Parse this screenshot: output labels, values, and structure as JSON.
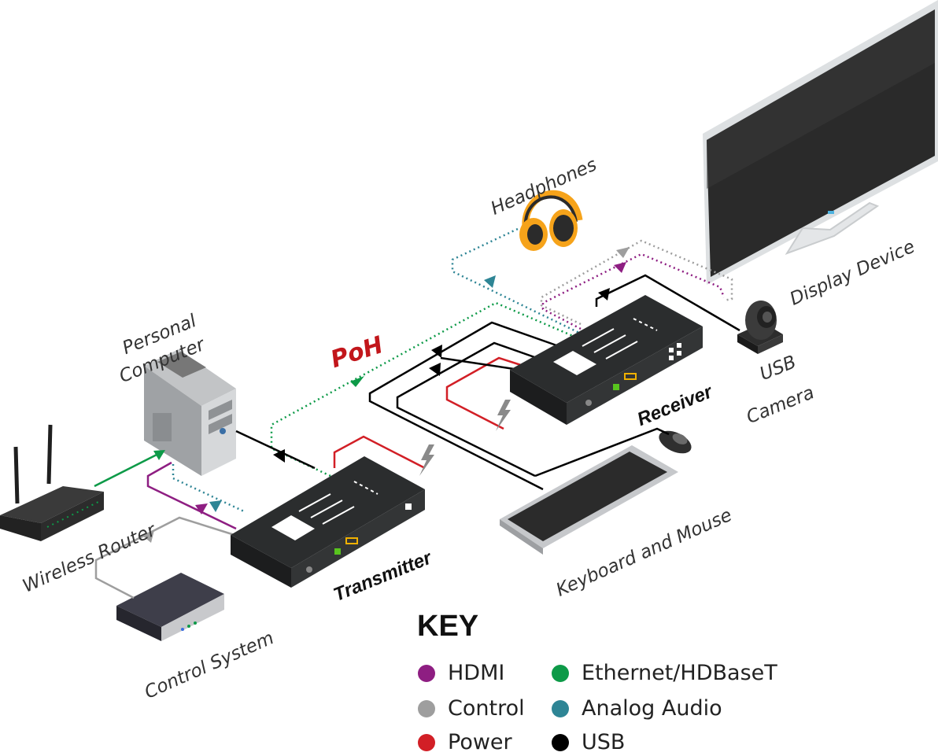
{
  "labels": {
    "headphones": "Headphones",
    "personal_computer_line1": "Personal",
    "personal_computer_line2": "Computer",
    "wireless_router": "Wireless Router",
    "control_system": "Control System",
    "transmitter": "Transmitter",
    "receiver": "Receiver",
    "usb_camera_line1": "USB",
    "usb_camera_line2": "Camera",
    "display_device": "Display Device",
    "keyboard_mouse": "Keyboard and Mouse",
    "poh": "PoH"
  },
  "key": {
    "title": "KEY",
    "items": [
      {
        "label": "HDMI",
        "color": "#8e1e82"
      },
      {
        "label": "Control",
        "color": "#9e9e9e"
      },
      {
        "label": "Power",
        "color": "#d21f26"
      },
      {
        "label": "Ethernet/HDBaseT",
        "color": "#0d9a48"
      },
      {
        "label": "Analog Audio",
        "color": "#2e8595"
      },
      {
        "label": "USB",
        "color": "#000000"
      }
    ]
  },
  "colors": {
    "hdmi": "#8e1e82",
    "control": "#9e9e9e",
    "power": "#d21f26",
    "ethernet": "#0d9a48",
    "audio": "#2e8595",
    "usb": "#000000"
  },
  "icons": [
    "headphones-icon",
    "pc-tower-icon",
    "router-icon",
    "control-box-icon",
    "transmitter-device-icon",
    "receiver-device-icon",
    "usb-camera-icon",
    "display-icon",
    "keyboard-icon",
    "mouse-icon",
    "lightning-icon"
  ]
}
